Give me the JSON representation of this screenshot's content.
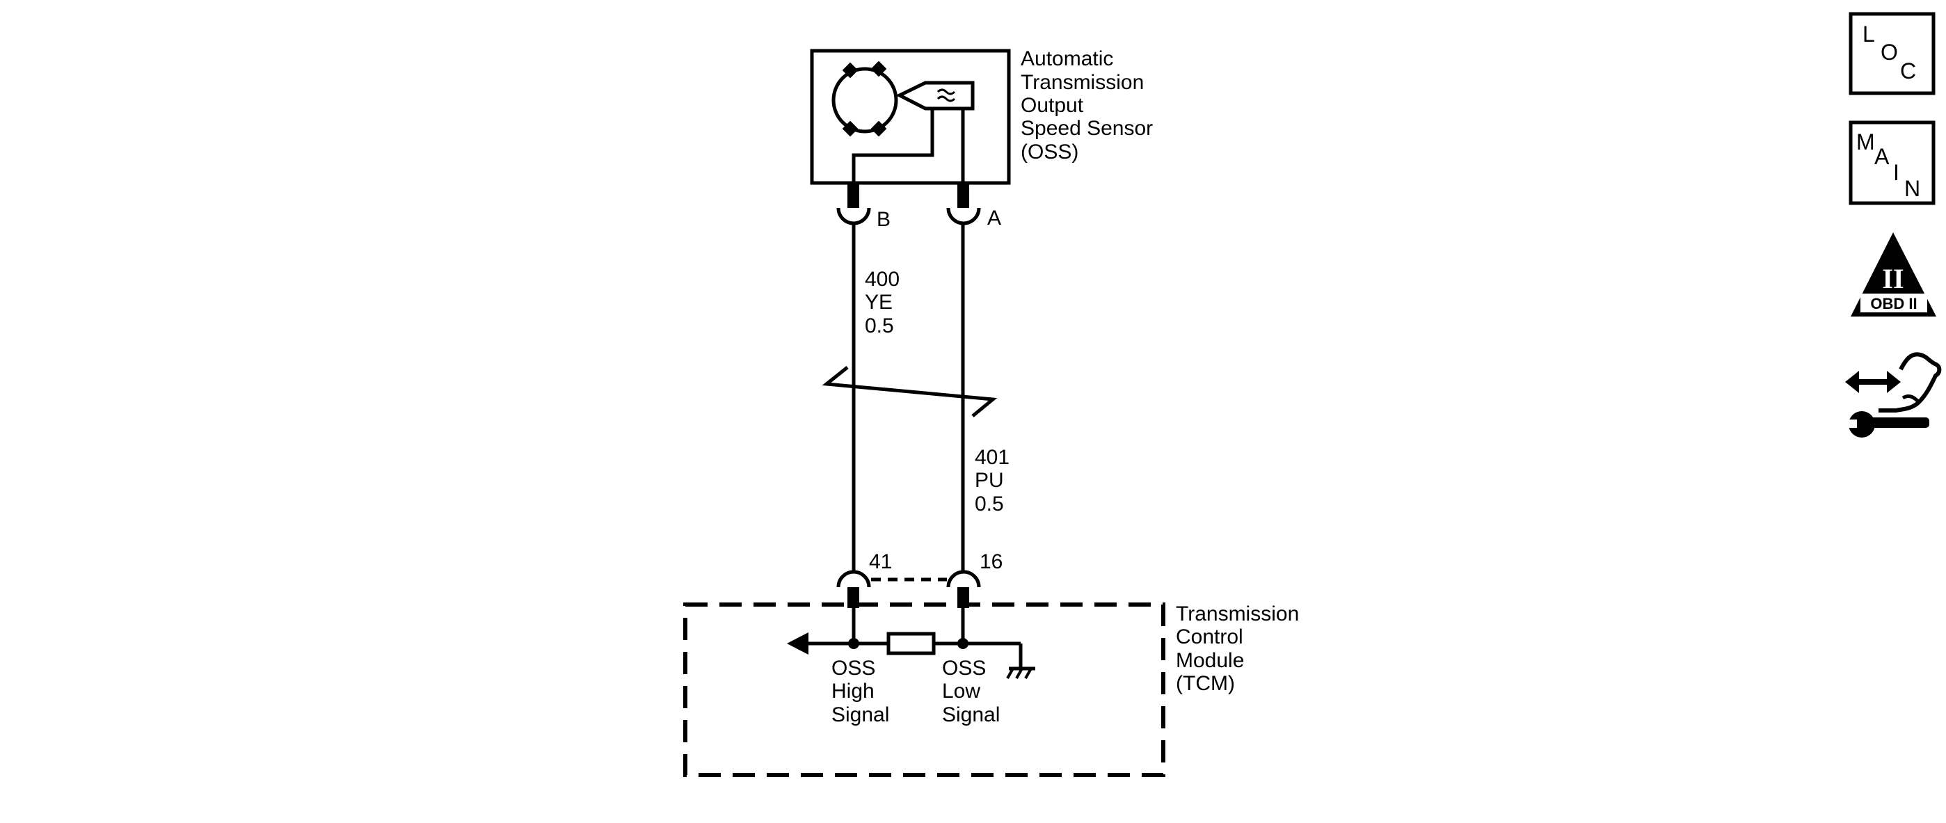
{
  "sensor": {
    "name_lines": [
      "Automatic",
      "Transmission",
      "Output",
      "Speed Sensor",
      "(OSS)"
    ],
    "pin_b": "B",
    "pin_a": "A"
  },
  "wires": {
    "w400": {
      "circuit": "400",
      "color": "YE",
      "gauge": "0.5"
    },
    "w401": {
      "circuit": "401",
      "color": "PU",
      "gauge": "0.5"
    }
  },
  "tcm": {
    "name_lines": [
      "Transmission",
      "Control",
      "Module",
      "(TCM)"
    ],
    "pin_41": "41",
    "pin_16": "16",
    "high_signal_lines": [
      "OSS",
      "High",
      "Signal"
    ],
    "low_signal_lines": [
      "OSS",
      "Low",
      "Signal"
    ]
  },
  "nav": {
    "loc": {
      "l": "L",
      "o": "O",
      "c": "C",
      "icon": "location-icon"
    },
    "main": {
      "m": "M",
      "a": "A",
      "i": "I",
      "n": "N",
      "icon": "main-index-icon"
    },
    "obd": {
      "roman": "II",
      "label": "OBD II",
      "icon": "obd-ii-icon"
    },
    "diag": {
      "icon": "diagnostic-hand-wrench-icon"
    }
  }
}
